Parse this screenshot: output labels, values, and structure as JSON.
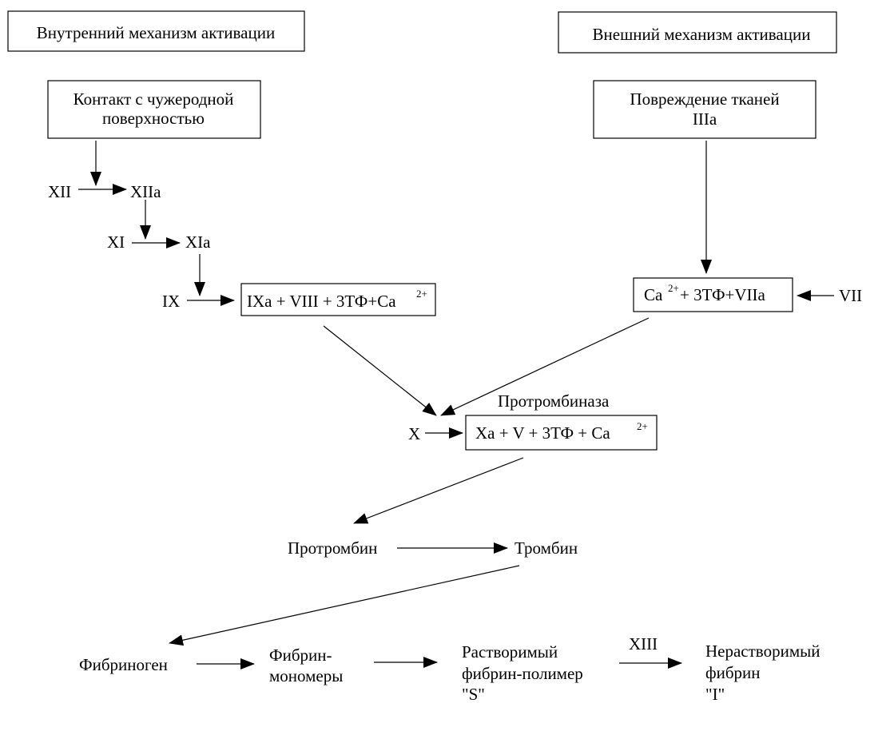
{
  "headers": {
    "intrinsic": "Внутренний механизм активации",
    "extrinsic": "Внешний механизм активации"
  },
  "intrinsic": {
    "start_line1": "Контакт с чужеродной",
    "start_line2": "поверхностью",
    "xii": "XII",
    "xiia": "XIIa",
    "xi": "XI",
    "xia": "XIa",
    "ix": "IX",
    "complex_main": "IXa + VIII + 3ТФ+Ca",
    "complex_sup": "2+"
  },
  "extrinsic": {
    "start_line1": "Повреждение тканей",
    "start_line2": "IIIa",
    "complex_ca": "Ca",
    "complex_sup": "2+",
    "complex_rest": "+ 3ТФ+VIIa",
    "vii": "VII"
  },
  "common": {
    "x": "X",
    "prothrombinase_label": "Протромбиназа",
    "prothrombinase_main": "Xa + V + 3ТФ +  Ca",
    "prothrombinase_sup": "2+",
    "prothrombin": "Протромбин",
    "thrombin": "Тромбин"
  },
  "fibrin": {
    "fibrinogen": "Фибриноген",
    "monomers_line1": "Фибрин-",
    "monomers_line2": "мономеры",
    "soluble_line1": "Растворимый",
    "soluble_line2": "фибрин-полимер",
    "soluble_line3": "\"S\"",
    "xiii": "XIII",
    "insoluble_line1": "Нерастворимый",
    "insoluble_line2": "фибрин",
    "insoluble_line3": "\"I\""
  }
}
